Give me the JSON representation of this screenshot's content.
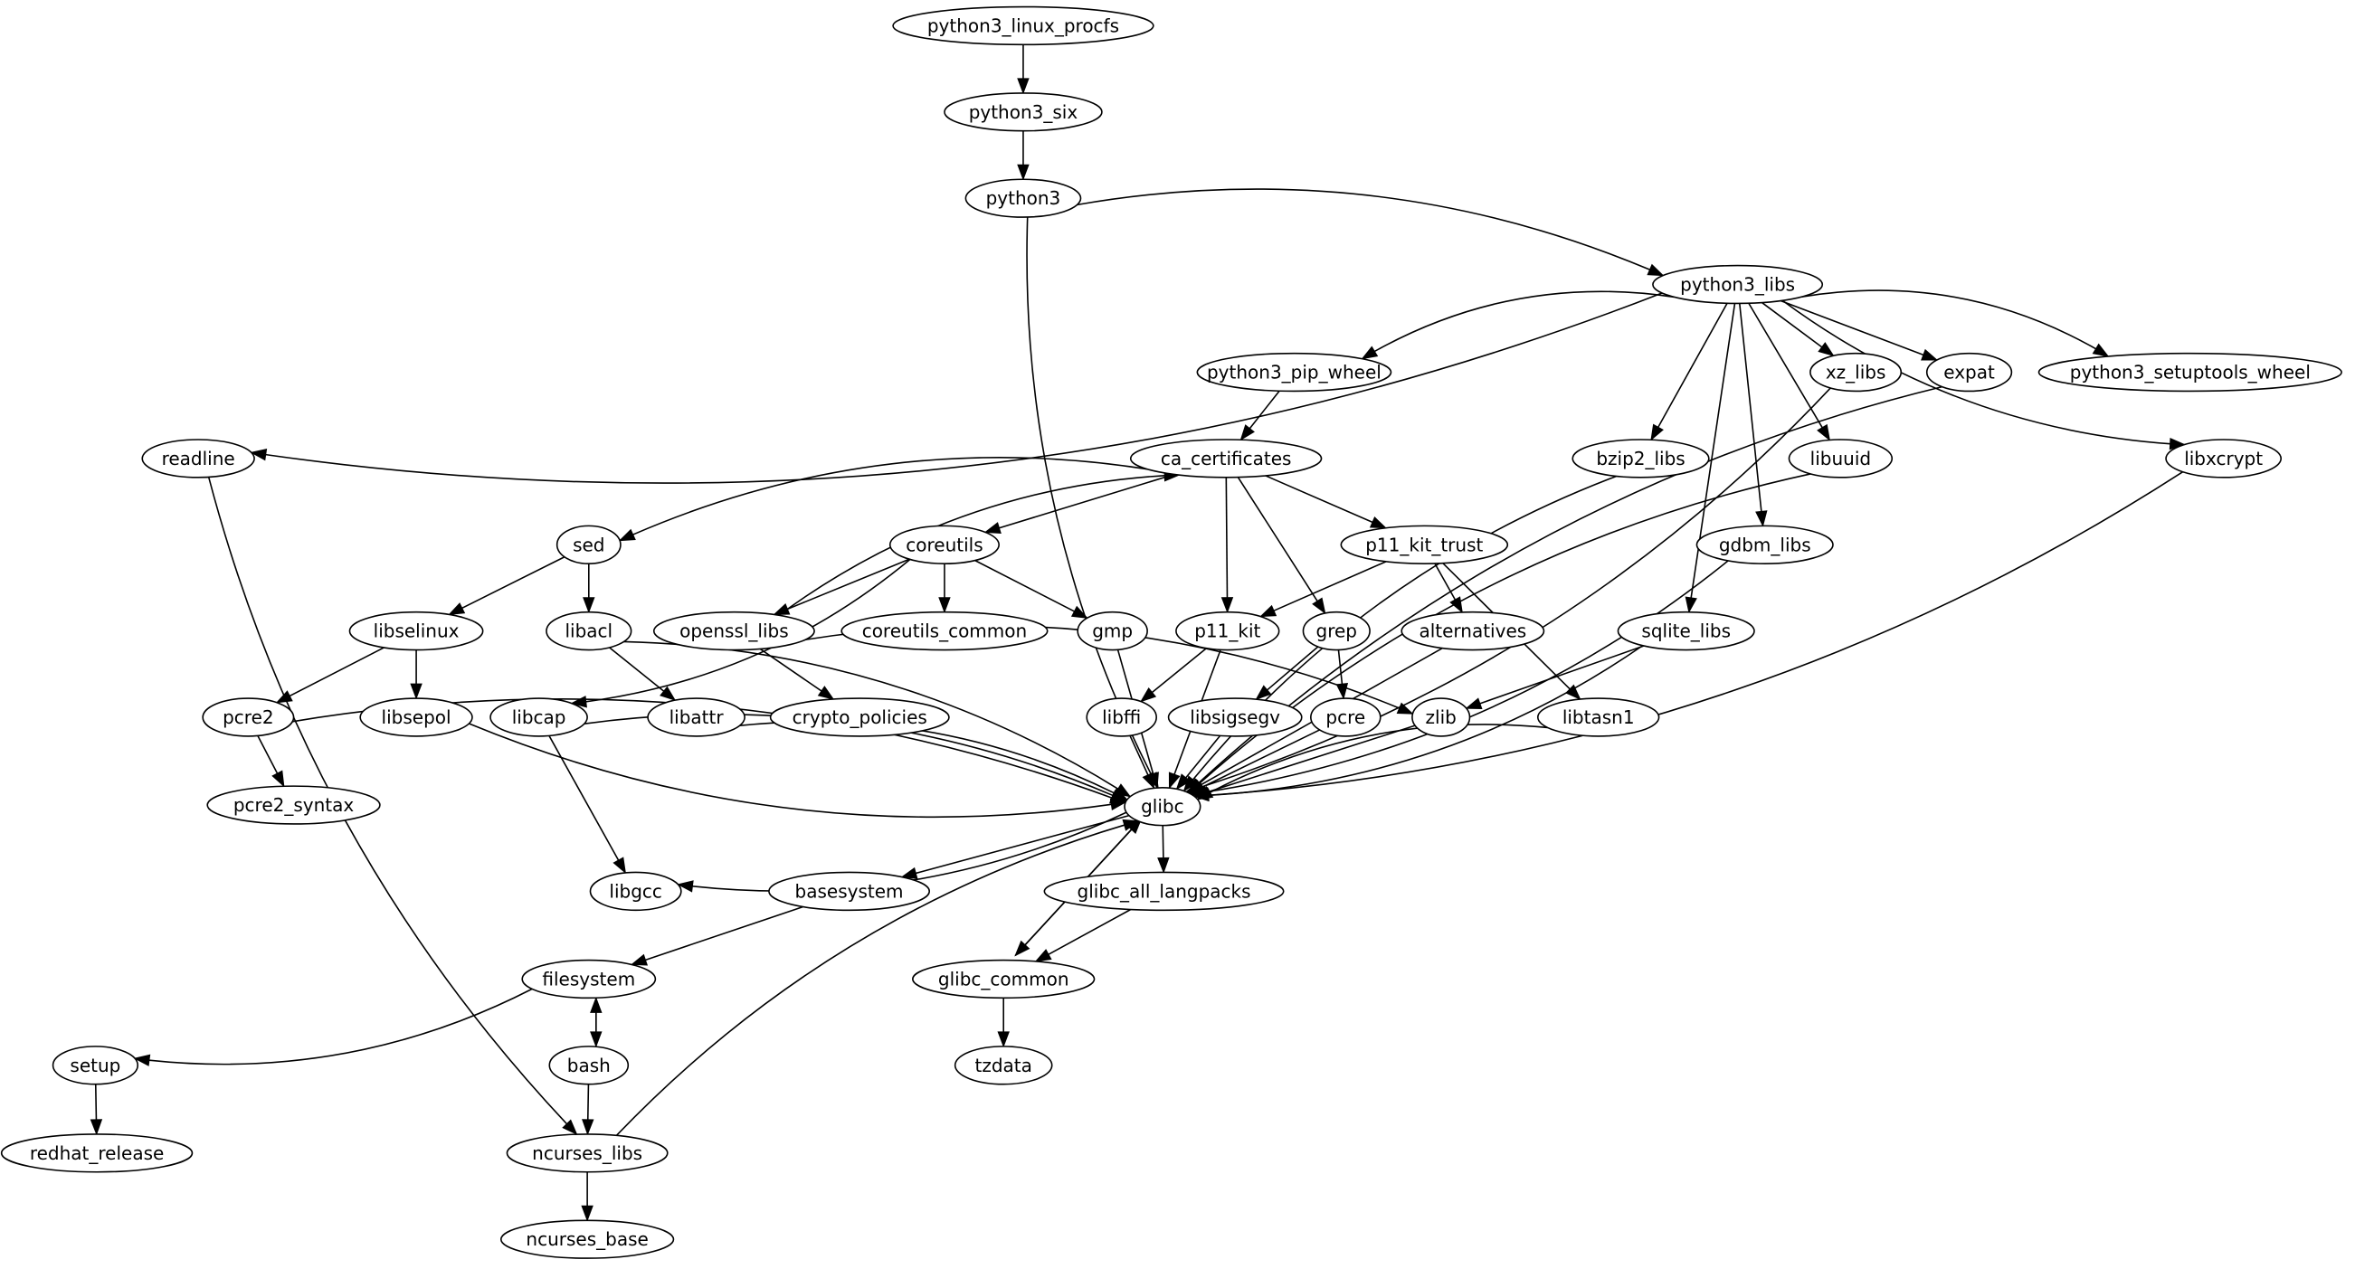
{
  "graph": {
    "type": "directed-dependency-graph",
    "background": "#ffffff",
    "node_shape": "ellipse",
    "nodes": [
      {
        "id": "python3_linux_procfs",
        "label": "python3_linux_procfs"
      },
      {
        "id": "python3_six",
        "label": "python3_six"
      },
      {
        "id": "python3",
        "label": "python3"
      },
      {
        "id": "python3_libs",
        "label": "python3_libs"
      },
      {
        "id": "python3_pip_wheel",
        "label": "python3_pip_wheel"
      },
      {
        "id": "xz_libs",
        "label": "xz_libs"
      },
      {
        "id": "expat",
        "label": "expat"
      },
      {
        "id": "python3_setuptools_wheel",
        "label": "python3_setuptools_wheel"
      },
      {
        "id": "readline",
        "label": "readline"
      },
      {
        "id": "ca_certificates",
        "label": "ca_certificates"
      },
      {
        "id": "bzip2_libs",
        "label": "bzip2_libs"
      },
      {
        "id": "libuuid",
        "label": "libuuid"
      },
      {
        "id": "libxcrypt",
        "label": "libxcrypt"
      },
      {
        "id": "sed",
        "label": "sed"
      },
      {
        "id": "coreutils",
        "label": "coreutils"
      },
      {
        "id": "p11_kit_trust",
        "label": "p11_kit_trust"
      },
      {
        "id": "gdbm_libs",
        "label": "gdbm_libs"
      },
      {
        "id": "libselinux",
        "label": "libselinux"
      },
      {
        "id": "libacl",
        "label": "libacl"
      },
      {
        "id": "openssl_libs",
        "label": "openssl_libs"
      },
      {
        "id": "coreutils_common",
        "label": "coreutils_common"
      },
      {
        "id": "gmp",
        "label": "gmp"
      },
      {
        "id": "p11_kit",
        "label": "p11_kit"
      },
      {
        "id": "grep",
        "label": "grep"
      },
      {
        "id": "alternatives",
        "label": "alternatives"
      },
      {
        "id": "sqlite_libs",
        "label": "sqlite_libs"
      },
      {
        "id": "pcre2",
        "label": "pcre2"
      },
      {
        "id": "libsepol",
        "label": "libsepol"
      },
      {
        "id": "libcap",
        "label": "libcap"
      },
      {
        "id": "libattr",
        "label": "libattr"
      },
      {
        "id": "crypto_policies",
        "label": "crypto_policies"
      },
      {
        "id": "libffi",
        "label": "libffi"
      },
      {
        "id": "libsigsegv",
        "label": "libsigsegv"
      },
      {
        "id": "pcre",
        "label": "pcre"
      },
      {
        "id": "zlib",
        "label": "zlib"
      },
      {
        "id": "libtasn1",
        "label": "libtasn1"
      },
      {
        "id": "pcre2_syntax",
        "label": "pcre2_syntax"
      },
      {
        "id": "glibc",
        "label": "glibc"
      },
      {
        "id": "libgcc",
        "label": "libgcc"
      },
      {
        "id": "basesystem",
        "label": "basesystem"
      },
      {
        "id": "glibc_all_langpacks",
        "label": "glibc_all_langpacks"
      },
      {
        "id": "filesystem",
        "label": "filesystem"
      },
      {
        "id": "glibc_common",
        "label": "glibc_common"
      },
      {
        "id": "setup",
        "label": "setup"
      },
      {
        "id": "bash",
        "label": "bash"
      },
      {
        "id": "tzdata",
        "label": "tzdata"
      },
      {
        "id": "redhat_release",
        "label": "redhat_release"
      },
      {
        "id": "ncurses_libs",
        "label": "ncurses_libs"
      },
      {
        "id": "ncurses_base",
        "label": "ncurses_base"
      }
    ],
    "edges": [
      [
        "python3_linux_procfs",
        "python3_six"
      ],
      [
        "python3_six",
        "python3"
      ],
      [
        "python3",
        "python3_libs"
      ],
      [
        "python3",
        "glibc"
      ],
      [
        "python3_libs",
        "readline"
      ],
      [
        "python3_libs",
        "python3_pip_wheel"
      ],
      [
        "python3_libs",
        "sqlite_libs"
      ],
      [
        "python3_libs",
        "bzip2_libs"
      ],
      [
        "python3_libs",
        "gdbm_libs"
      ],
      [
        "python3_libs",
        "libuuid"
      ],
      [
        "python3_libs",
        "xz_libs"
      ],
      [
        "python3_libs",
        "expat"
      ],
      [
        "python3_libs",
        "python3_setuptools_wheel"
      ],
      [
        "python3_libs",
        "libxcrypt"
      ],
      [
        "python3_pip_wheel",
        "ca_certificates"
      ],
      [
        "ca_certificates",
        "sed"
      ],
      [
        "ca_certificates",
        "coreutils"
      ],
      [
        "ca_certificates",
        "p11_kit"
      ],
      [
        "ca_certificates",
        "grep"
      ],
      [
        "ca_certificates",
        "p11_kit_trust"
      ],
      [
        "openssl_libs",
        "ca_certificates"
      ],
      [
        "readline",
        "ncurses_libs"
      ],
      [
        "sed",
        "libselinux"
      ],
      [
        "sed",
        "libacl"
      ],
      [
        "coreutils",
        "libcap"
      ],
      [
        "coreutils",
        "openssl_libs"
      ],
      [
        "coreutils",
        "coreutils_common"
      ],
      [
        "coreutils",
        "gmp"
      ],
      [
        "p11_kit_trust",
        "p11_kit"
      ],
      [
        "p11_kit_trust",
        "alternatives"
      ],
      [
        "p11_kit_trust",
        "libtasn1"
      ],
      [
        "libselinux",
        "pcre2"
      ],
      [
        "libselinux",
        "libsepol"
      ],
      [
        "libacl",
        "libattr"
      ],
      [
        "libacl",
        "glibc"
      ],
      [
        "openssl_libs",
        "crypto_policies"
      ],
      [
        "openssl_libs",
        "zlib"
      ],
      [
        "gmp",
        "glibc"
      ],
      [
        "p11_kit",
        "libffi"
      ],
      [
        "p11_kit",
        "glibc"
      ],
      [
        "grep",
        "libsigsegv"
      ],
      [
        "grep",
        "pcre"
      ],
      [
        "alternatives",
        "glibc"
      ],
      [
        "sqlite_libs",
        "zlib"
      ],
      [
        "sqlite_libs",
        "glibc"
      ],
      [
        "bzip2_libs",
        "glibc"
      ],
      [
        "gdbm_libs",
        "glibc"
      ],
      [
        "libuuid",
        "glibc"
      ],
      [
        "xz_libs",
        "glibc"
      ],
      [
        "expat",
        "glibc"
      ],
      [
        "libxcrypt",
        "glibc"
      ],
      [
        "pcre2",
        "pcre2_syntax"
      ],
      [
        "pcre2",
        "glibc"
      ],
      [
        "libsepol",
        "glibc"
      ],
      [
        "libcap",
        "glibc"
      ],
      [
        "libcap",
        "libgcc"
      ],
      [
        "libattr",
        "glibc"
      ],
      [
        "libffi",
        "glibc"
      ],
      [
        "libsigsegv",
        "glibc"
      ],
      [
        "pcre",
        "glibc"
      ],
      [
        "zlib",
        "glibc"
      ],
      [
        "libtasn1",
        "glibc"
      ],
      [
        "glibc",
        "libgcc"
      ],
      [
        "glibc",
        "basesystem"
      ],
      [
        "glibc",
        "glibc_all_langpacks"
      ],
      [
        "glibc",
        "glibc_common"
      ],
      [
        "glibc_common",
        "glibc"
      ],
      [
        "glibc_all_langpacks",
        "glibc_common"
      ],
      [
        "glibc_common",
        "tzdata"
      ],
      [
        "basesystem",
        "filesystem"
      ],
      [
        "filesystem",
        "setup"
      ],
      [
        "filesystem",
        "bash"
      ],
      [
        "bash",
        "filesystem"
      ],
      [
        "bash",
        "ncurses_libs"
      ],
      [
        "setup",
        "redhat_release"
      ],
      [
        "ncurses_libs",
        "ncurses_base"
      ],
      [
        "ncurses_libs",
        "glibc"
      ]
    ]
  }
}
